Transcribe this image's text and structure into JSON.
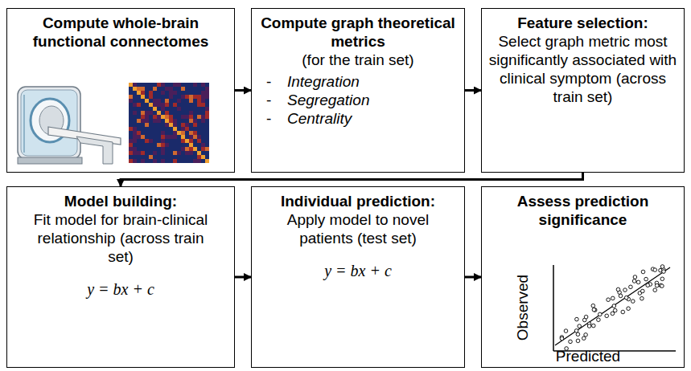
{
  "diagram": {
    "nodes": [
      {
        "text": [
          "Compute whole-brain functional connectomes"
        ]
      },
      {
        "text": [
          "Compute graph theoretical metrics",
          "(for the train set)",
          "Integration",
          "Segregation",
          "Centrality"
        ]
      },
      {
        "text": [
          "Feature selection:",
          "Select graph metric most significantly associated with clinical symptom (across train set)"
        ]
      },
      {
        "text": [
          "Model building:",
          "Fit model for brain-clinical relationship (across train set)",
          "y = bx + c"
        ]
      },
      {
        "text": [
          "Individual prediction:",
          "Apply model to novel patients (test set)",
          "y = bx + c"
        ]
      },
      {
        "text": [
          "Assess prediction significance",
          "Observed",
          "Predicted"
        ]
      }
    ],
    "edges": [
      {
        "from": 0,
        "to": 1,
        "arrow": "to"
      },
      {
        "from": 1,
        "to": 2,
        "arrow": "to"
      },
      {
        "from": 2,
        "to": 3,
        "arrow": "to"
      },
      {
        "from": 3,
        "to": 4,
        "arrow": "to"
      },
      {
        "from": 4,
        "to": 5,
        "arrow": "to"
      }
    ],
    "labels": [
      "-",
      "-",
      "-"
    ]
  }
}
